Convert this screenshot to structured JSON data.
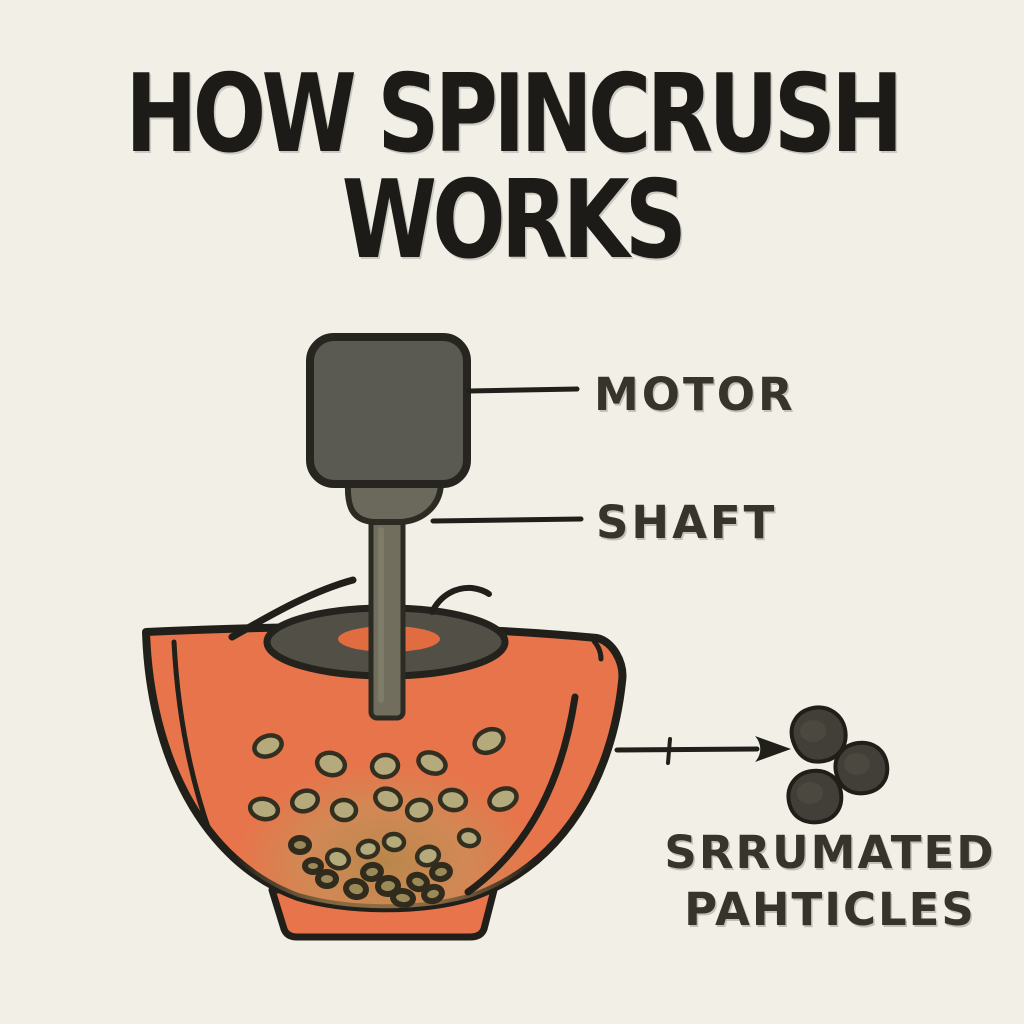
{
  "title": {
    "line1": "HOW SPINCRUSH",
    "line2": "WORKS"
  },
  "callouts": {
    "motor": "MOTOR",
    "shaft": "SHAFT",
    "output_line1": "SRRUMATED",
    "output_line2": "PAHTICLES"
  },
  "colors": {
    "background": "#f2efe7",
    "ink": "#211f1a",
    "title_ink": "#1c1b17",
    "label_ink": "#37342c",
    "bowl_orange": "#e8744b",
    "bowl_floor_brown": "#b98a50",
    "motor_gray": "#5b5a52",
    "collar_gray": "#6b695c",
    "shaft_olive": "#716e5d",
    "disk_gray": "#514f46",
    "hub_orange": "#e06c40",
    "seed_olive": "#b4aa7b",
    "seed_outline": "#332f20",
    "crushed_dark": "#413f38"
  }
}
